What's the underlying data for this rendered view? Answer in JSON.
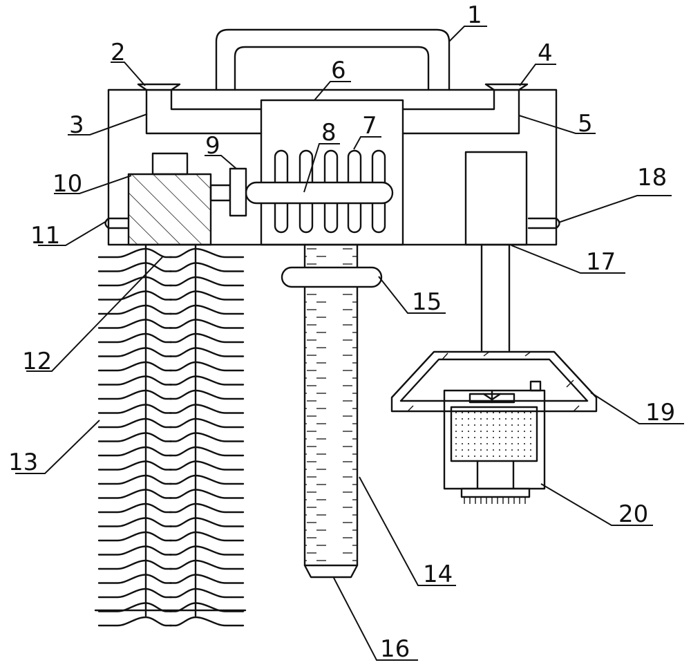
{
  "figure": {
    "labels": [
      {
        "id": "1",
        "text": "1"
      },
      {
        "id": "2",
        "text": "2"
      },
      {
        "id": "3",
        "text": "3"
      },
      {
        "id": "4",
        "text": "4"
      },
      {
        "id": "5",
        "text": "5"
      },
      {
        "id": "6",
        "text": "6"
      },
      {
        "id": "7",
        "text": "7"
      },
      {
        "id": "8",
        "text": "8"
      },
      {
        "id": "9",
        "text": "9"
      },
      {
        "id": "10",
        "text": "10"
      },
      {
        "id": "11",
        "text": "11"
      },
      {
        "id": "12",
        "text": "12"
      },
      {
        "id": "13",
        "text": "13"
      },
      {
        "id": "14",
        "text": "14"
      },
      {
        "id": "15",
        "text": "15"
      },
      {
        "id": "16",
        "text": "16"
      },
      {
        "id": "17",
        "text": "17"
      },
      {
        "id": "18",
        "text": "18"
      },
      {
        "id": "19",
        "text": "19"
      },
      {
        "id": "20",
        "text": "20"
      }
    ]
  }
}
